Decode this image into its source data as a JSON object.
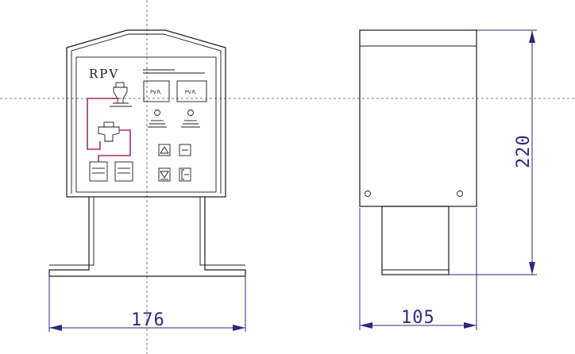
{
  "front_view": {
    "label": "RPV",
    "display_1": "PV.R.",
    "display_2": "PV.R."
  },
  "dimensions": {
    "width_front": "176",
    "width_side": "105",
    "height_side": "220"
  }
}
